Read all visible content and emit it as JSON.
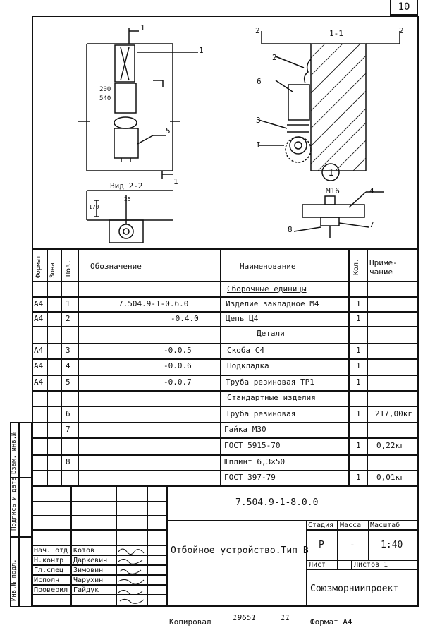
{
  "sheet_number": "10",
  "drawing": {
    "section_marks": {
      "cut_1": "1",
      "cut_2": "2",
      "section_label": "1-1"
    },
    "view_label": "Вид 2-2",
    "dimensions": {
      "d1": "200",
      "d2": "540",
      "d3": "170",
      "d4": "25"
    },
    "callouts": {
      "c1": "1",
      "c2": "2",
      "c3": "3",
      "c4": "4",
      "c5": "5",
      "c6": "6",
      "c7": "7",
      "c8": "8"
    },
    "detail_marker": "I",
    "detail_thread": "M16"
  },
  "spec_table": {
    "headers": {
      "format": "Формат",
      "zone": "Зона",
      "pos": "Поз.",
      "designation": "Обозначение",
      "name": "Наименование",
      "qty": "Кол.",
      "note": "Приме-чание"
    },
    "sections": {
      "assembly": "Сборочные единицы",
      "details": "Детали",
      "standard": "Стандартные изделия"
    },
    "rows": [
      {
        "format": "А4",
        "pos": "1",
        "designation": "7.504.9-1-0.6.0",
        "name": "Изделие закладное М4",
        "qty": "1",
        "note": ""
      },
      {
        "format": "А4",
        "pos": "2",
        "designation": "-0.4.0",
        "name": "Цепь Ц4",
        "qty": "1",
        "note": ""
      },
      {
        "format": "А4",
        "pos": "3",
        "designation": "-0.0.5",
        "name": "Скоба С4",
        "qty": "1",
        "note": ""
      },
      {
        "format": "А4",
        "pos": "4",
        "designation": "-0.0.6",
        "name": "Подкладка",
        "qty": "1",
        "note": ""
      },
      {
        "format": "А4",
        "pos": "5",
        "designation": "-0.0.7",
        "name": "Труба резиновая ТР1",
        "qty": "1",
        "note": ""
      },
      {
        "format": "",
        "pos": "6",
        "designation": "",
        "name": "Труба резиновая",
        "qty": "1",
        "note": "217,00кг"
      },
      {
        "format": "",
        "pos": "7",
        "designation": "",
        "name": "Гайка М30",
        "qty": "",
        "note": ""
      },
      {
        "format": "",
        "pos": "",
        "designation": "",
        "name": "ГОСТ 5915-70",
        "qty": "1",
        "note": "0,22кг"
      },
      {
        "format": "",
        "pos": "8",
        "designation": "",
        "name": "Шплинт 6,3×50",
        "qty": "",
        "note": ""
      },
      {
        "format": "",
        "pos": "",
        "designation": "",
        "name": "ГОСТ 397-79",
        "qty": "1",
        "note": "0,01кг"
      }
    ]
  },
  "left_margin": {
    "inv_orig": "Инв.№ подл.",
    "sign_date": "Подпись и дата",
    "inv_dup": "Взам. инв.№"
  },
  "title_block": {
    "code": "7.504.9-1-8.0.0",
    "title": "Отбойное устройство.Тип В",
    "stage_label": "Стадия",
    "mass_label": "Масса",
    "scale_label": "Масштаб",
    "stage_value": "Р",
    "mass_value": "-",
    "scale_value": "1:40",
    "sheet_label": "Лист",
    "sheets_label": "Листов 1",
    "organization": "Союзморниипроект",
    "roles": [
      {
        "role": "Нач. отд",
        "name": "Котов"
      },
      {
        "role": "Н.контр",
        "name": "Даркевич"
      },
      {
        "role": "Гл.спец",
        "name": "Зимовин"
      },
      {
        "role": "Исполн",
        "name": "Чарухин"
      },
      {
        "role": "Проверил",
        "name": "Гайдук"
      }
    ]
  },
  "footer": {
    "copied": "Копировал",
    "number": "19651",
    "number2": "11",
    "format": "Формат А4"
  }
}
